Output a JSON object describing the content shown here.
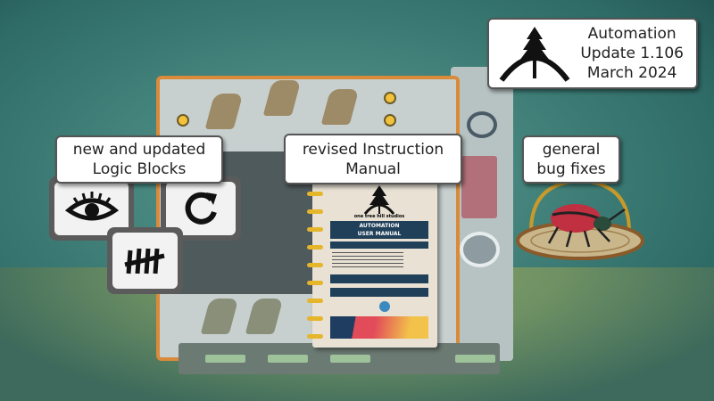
{
  "header": {
    "line1": "Automation",
    "line2": "Update 1.106",
    "line3": "March 2024",
    "logo_icon": "tree-arch-logo-icon"
  },
  "callouts": {
    "logic_blocks": {
      "line1": "new and updated",
      "line2": "Logic Blocks"
    },
    "manual": {
      "line1": "revised Instruction",
      "line2": "Manual"
    },
    "bugs": {
      "line1": "general",
      "line2": "bug fixes"
    }
  },
  "manual_cover": {
    "studio": "one tree hill studios",
    "title1": "AUTOMATION",
    "title2": "USER MANUAL"
  },
  "colors": {
    "accent": "#d98a3a",
    "teal": "#3f7f78",
    "navy": "#20405a"
  }
}
